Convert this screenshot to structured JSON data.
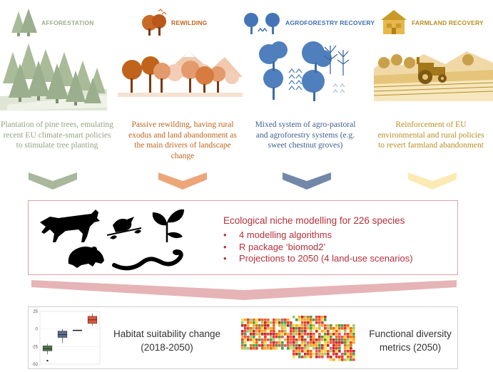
{
  "scenarios": [
    {
      "title": "AFFORESTATION",
      "color": "#9bae8d",
      "description": "Plantation of pine trees, emulating recent EU climate-smart policies to stimulate tree planting",
      "arrow_color": "#a9b79c"
    },
    {
      "title": "REWILDING",
      "color": "#c0631b",
      "description": "Passive rewilding, having rural exodus and land abandonment as the main drivers of landscape change",
      "arrow_color": "#eda57a"
    },
    {
      "title": "AGROFORESTRY RECOVERY",
      "color": "#3f6fb1",
      "description": "Mixed system of agro-pastoral and agroforestry systems (e.g. sweet chestnut groves)",
      "arrow_color": "#7388a8"
    },
    {
      "title": "FARMLAND RECOVERY",
      "color": "#b98e22",
      "description": "Reinforcement of EU environmental and rural policies to revert farmland abandonment",
      "arrow_color": "#fbeab3"
    }
  ],
  "niche": {
    "title": "Ecological niche modelling for 226 species",
    "items": [
      "4 modelling algorithms",
      "R package ‘biomod2’",
      "Projections to 2050 (4 land-use scenarios)"
    ],
    "icons": [
      "wolf-icon",
      "bird-icon",
      "plant-icon",
      "frog-icon",
      "snake-icon"
    ]
  },
  "outputs": {
    "habitat": {
      "line1": "Habitat suitability change",
      "line2": "(2018-2050)"
    },
    "functional": {
      "line1": "Functional diversity",
      "line2": "metrics (2050)"
    }
  },
  "chart_data": {
    "type": "boxplot",
    "yticks": [
      "25",
      "0",
      "-25",
      "-50"
    ],
    "ylim": [
      -50,
      25
    ],
    "series": [
      {
        "color": "#4f7a4a",
        "q1": -31,
        "median": -28,
        "q3": -24,
        "whisker_low": -36,
        "whisker_high": -21,
        "outlier": -45
      },
      {
        "color": "#5a6d8c",
        "q1": -12,
        "median": -8,
        "q3": -3,
        "whisker_low": -20,
        "whisker_high": 0
      },
      {
        "color": "#2f2f2f",
        "q1": -2.5,
        "median": -2,
        "q3": -1.5,
        "whisker_low": -2.5,
        "whisker_high": -1.5
      },
      {
        "color": "#e5553a",
        "q1": 8,
        "median": 13,
        "q3": 18,
        "whisker_low": 5,
        "whisker_high": 22
      }
    ]
  }
}
